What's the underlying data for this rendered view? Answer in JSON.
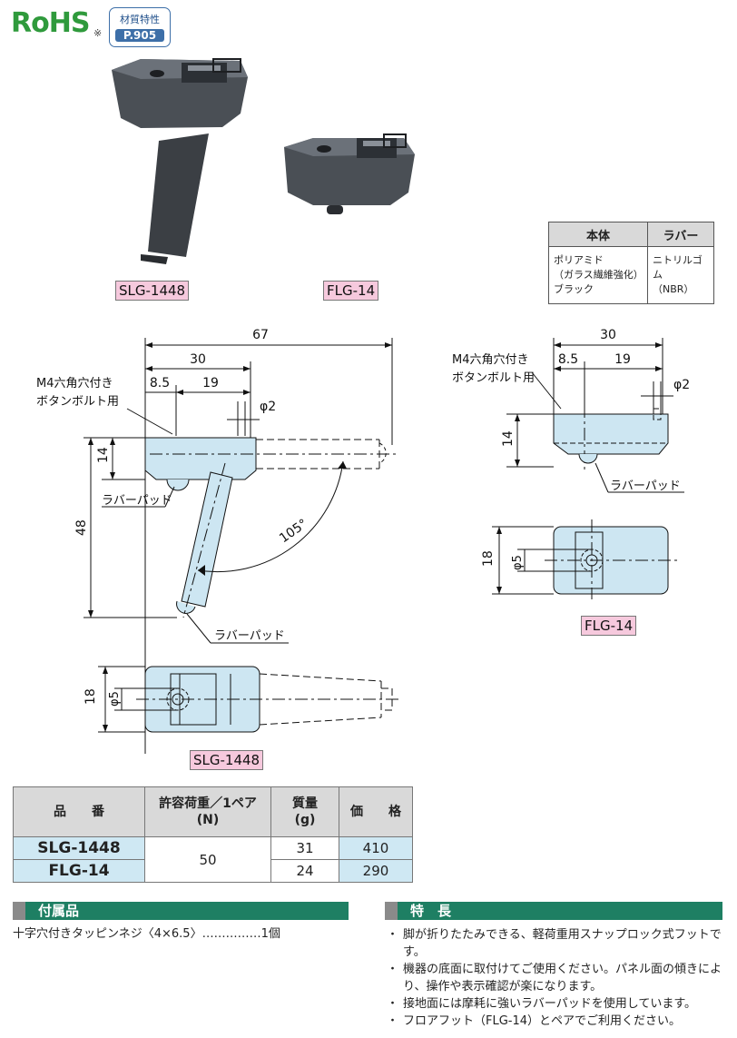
{
  "header": {
    "rohs_logo": "RoHS",
    "rohs_note": "※",
    "material_badge_line1": "材質特性",
    "material_badge_line2": "P.905"
  },
  "products": {
    "slg_label": "SLG-1448",
    "flg_label": "FLG-14"
  },
  "material_table": {
    "headers": [
      "本体",
      "ラバー"
    ],
    "body_lines": [
      "ポリアミド",
      "（ガラス繊維強化）",
      "ブラック"
    ],
    "rubber_lines": [
      "ニトリルゴム",
      "（NBR）"
    ]
  },
  "drawing_slg": {
    "dim_total": "67",
    "dim_30": "30",
    "dim_8_5": "8.5",
    "dim_19": "19",
    "dim_phi2": "φ2",
    "dim_14": "14",
    "dim_48": "48",
    "angle": "105°",
    "bolt_note_1": "M4六角穴付き",
    "bolt_note_2": "ボタンボルト用",
    "rubber_pad_1": "ラバーパッド",
    "rubber_pad_2": "ラバーパッド",
    "dim_18": "18",
    "dim_phi5": "φ5",
    "caption": "SLG-1448"
  },
  "drawing_flg": {
    "dim_30": "30",
    "dim_8_5": "8.5",
    "dim_19": "19",
    "dim_phi2": "φ2",
    "dim_14": "14",
    "bolt_note_1": "M4六角穴付き",
    "bolt_note_2": "ボタンボルト用",
    "rubber_pad": "ラバーパッド",
    "dim_18": "18",
    "dim_phi5": "φ5",
    "caption": "FLG-14"
  },
  "spec_table": {
    "headers": {
      "part_no": "品　　番",
      "load_1": "許容荷重／1ペア",
      "load_2": "(N)",
      "mass_1": "質量",
      "mass_2": "(g)",
      "price": "価　　格"
    },
    "rows": [
      {
        "part_no": "SLG-1448",
        "load": "50",
        "mass": "31",
        "price": "410"
      },
      {
        "part_no": "FLG-14",
        "load": "50",
        "mass": "24",
        "price": "290"
      }
    ]
  },
  "accessories": {
    "title": "付属品",
    "item": "十字穴付きタッピンネジ〈4×6.5〉……………1個"
  },
  "features": {
    "title": "特　長",
    "items": [
      "脚が折りたたみできる、軽荷重用スナップロック式フットです。",
      "機器の底面に取付けてご使用ください。パネル面の傾きにより、操作や表示確認が楽になります。",
      "接地面には摩耗に強いラバーパッドを使用しています。",
      "フロアフット（FLG-14）とペアでご利用ください。"
    ]
  },
  "colors": {
    "part_fill": "#cde6f2",
    "label_pink": "#f6c9dd",
    "section_green": "#1e7f63",
    "rohs_green": "#2f9a3c",
    "product_dark": "#3b3f44"
  }
}
